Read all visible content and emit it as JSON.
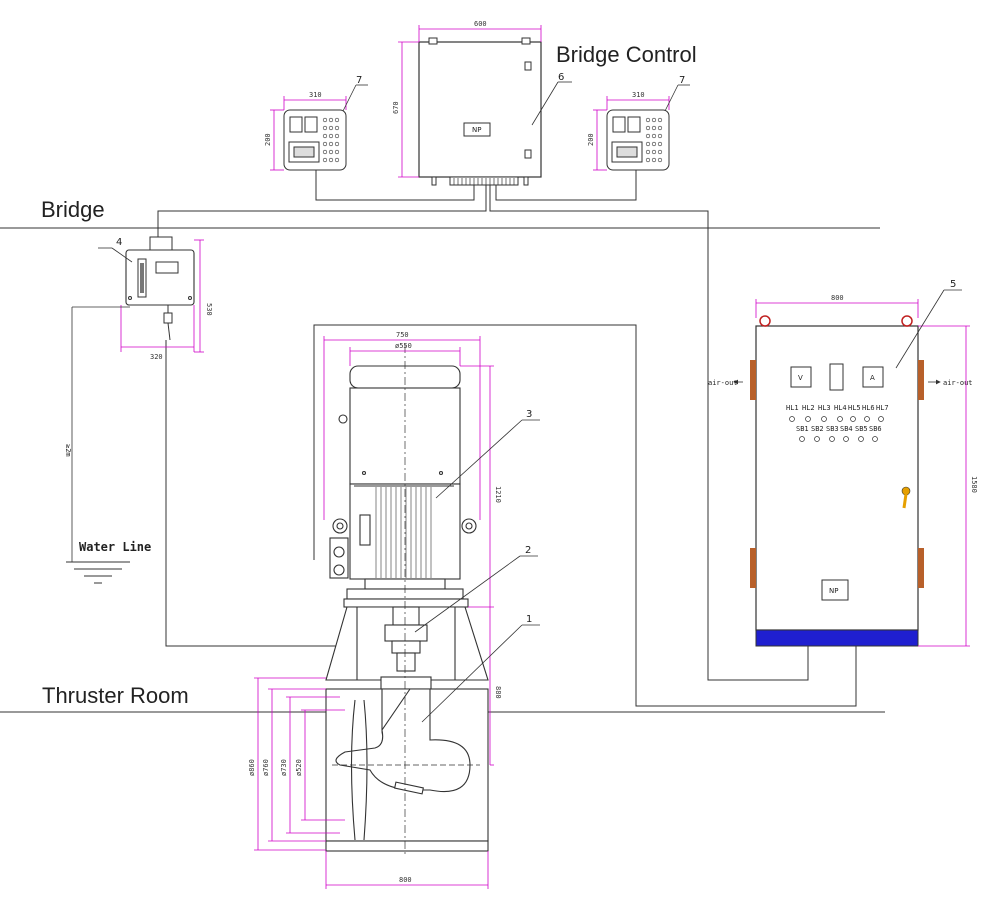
{
  "zones": {
    "bridge_control": "Bridge Control",
    "bridge": "Bridge",
    "thruster_room": "Thruster Room"
  },
  "water_line": "Water Line",
  "callouts": {
    "c1": "1",
    "c2": "2",
    "c3": "3",
    "c4": "4",
    "c5": "5",
    "c6": "6",
    "c7a": "7",
    "c7b": "7"
  },
  "dimensions": {
    "main_panel_width": "600",
    "main_panel_height": "670",
    "remote_left_width": "310",
    "remote_left_height": "200",
    "remote_right_width": "310",
    "remote_right_height": "200",
    "alarm_width": "320",
    "alarm_height": "530",
    "motor_width": "750",
    "motor_dia": "ø550",
    "motor_height": "1210",
    "tunnel_length": "880",
    "tunnel_width": "800",
    "dia_1": "ø860",
    "dia_2": "ø760",
    "dia_3": "ø730",
    "dia_4": "ø520",
    "cabinet_width": "800",
    "cabinet_height": "1580",
    "height_above_wl": "≥2m"
  },
  "labels": {
    "np_panel": "NP",
    "np_cabinet": "NP",
    "air_out_left": "air-out",
    "air_out_right": "air-out",
    "meter_v": "V",
    "meter_a": "A"
  },
  "cabinet_indicators": {
    "row1": [
      "HL1",
      "HL2",
      "HL3",
      "HL4",
      "HL5",
      "HL6",
      "HL7"
    ],
    "row2": [
      "SB1",
      "SB2",
      "SB3",
      "SB4",
      "SB5",
      "SB6"
    ]
  },
  "colors": {
    "dimension": "#d000c8",
    "line": "#222222",
    "cabinet_base": "#1f1fd0",
    "handle": "#e6a000"
  }
}
